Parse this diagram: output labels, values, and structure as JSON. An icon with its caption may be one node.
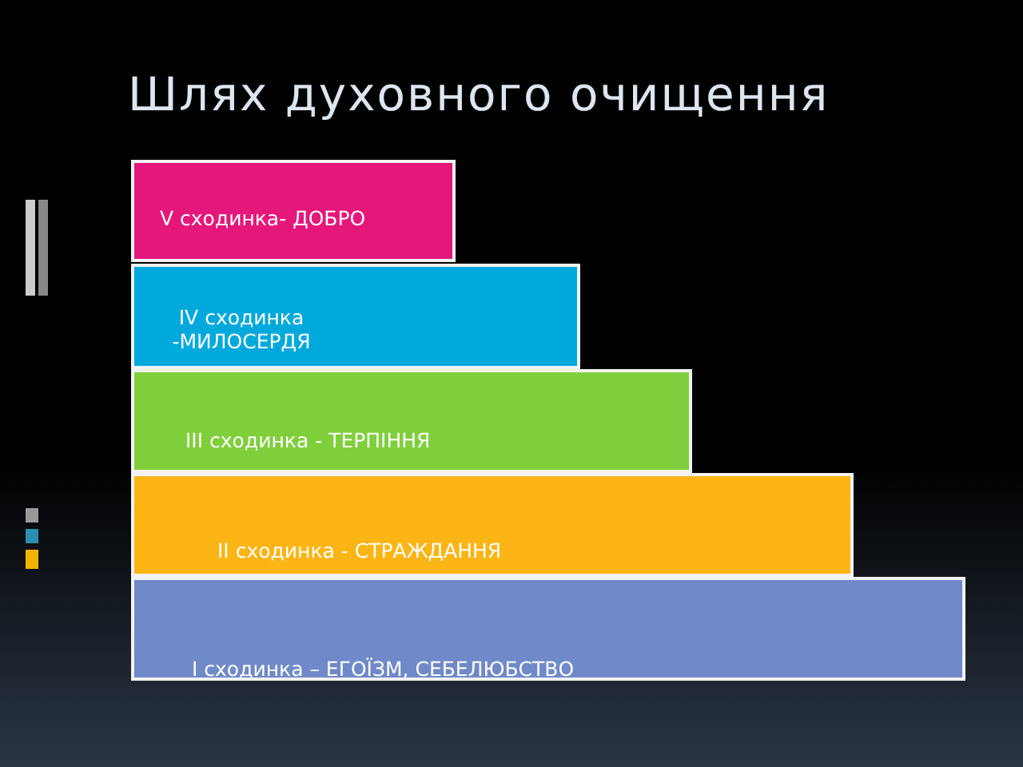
{
  "diagram": {
    "title": "Шлях духовного очищення",
    "nodes": [
      {
        "text": [
          "V сходинка- ДОБРО"
        ]
      },
      {
        "text": [
          "IV сходинка -МИЛОСЕРДЯ"
        ]
      },
      {
        "text": [
          "III сходинка - ТЕРПІННЯ"
        ]
      },
      {
        "text": [
          "II сходинка - СТРАЖДАННЯ"
        ]
      },
      {
        "text": [
          "I сходинка – ЕГОЇЗМ, СЕБЕЛЮБСТВО"
        ]
      }
    ],
    "edges": []
  }
}
